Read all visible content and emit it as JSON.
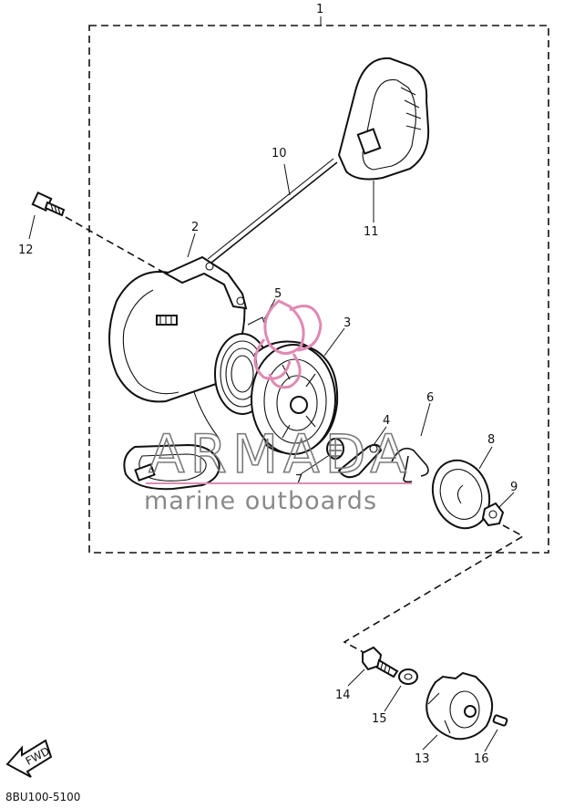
{
  "diagram": {
    "reference_code": "8BU100-5100",
    "assembly_callout": "1",
    "fwd_label": "FWD",
    "callouts": {
      "c2": "2",
      "c3": "3",
      "c4": "4",
      "c5": "5",
      "c6": "6",
      "c7": "7",
      "c8": "8",
      "c9": "9",
      "c10": "10",
      "c11": "11",
      "c12": "12",
      "c13": "13",
      "c14": "14",
      "c15": "15",
      "c16": "16"
    }
  },
  "watermark": {
    "brand": "ARMADA",
    "tagline": "marine outboards",
    "logo_color": "#e08ab3"
  }
}
